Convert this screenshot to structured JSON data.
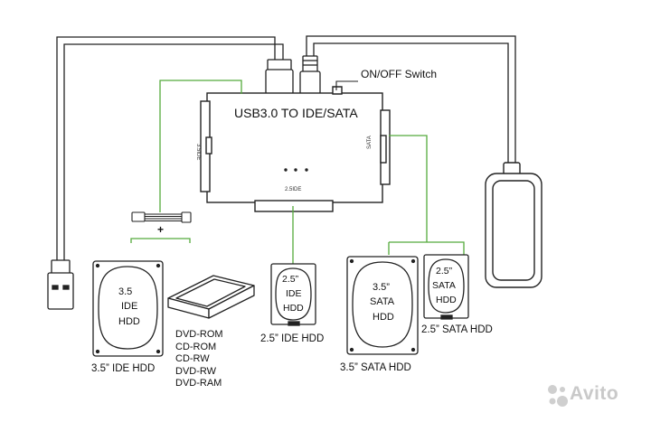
{
  "adapter": {
    "title": "USB3.0 TO IDE/SATA",
    "port_left": "3.5IDE",
    "port_right": "SATA",
    "port_bottom": "2.5IDE"
  },
  "switch_label": "ON/OFF Switch",
  "power_plus": "+",
  "devices": {
    "ide35": {
      "size": "3.5",
      "type": "IDE",
      "unit": "HDD",
      "caption": "3.5”  IDE HDD"
    },
    "ide25": {
      "size": "2.5”",
      "type": "IDE",
      "unit": "HDD",
      "caption": "2.5”  IDE HDD"
    },
    "sata35": {
      "size": "3.5”",
      "type": "SATA",
      "unit": "HDD",
      "caption": "3.5”  SATA HDD"
    },
    "sata25": {
      "size": "2.5”",
      "type": "SATA",
      "unit": "HDD",
      "caption": "2.5”  SATA HDD"
    },
    "optical_list": [
      "DVD-ROM",
      "CD-ROM",
      "CD-RW",
      "DVD-RW",
      "DVD-RAM"
    ]
  },
  "watermark": "Avito",
  "colors": {
    "line": "#111111",
    "green": "#55aa3c",
    "cable": "#222222"
  }
}
